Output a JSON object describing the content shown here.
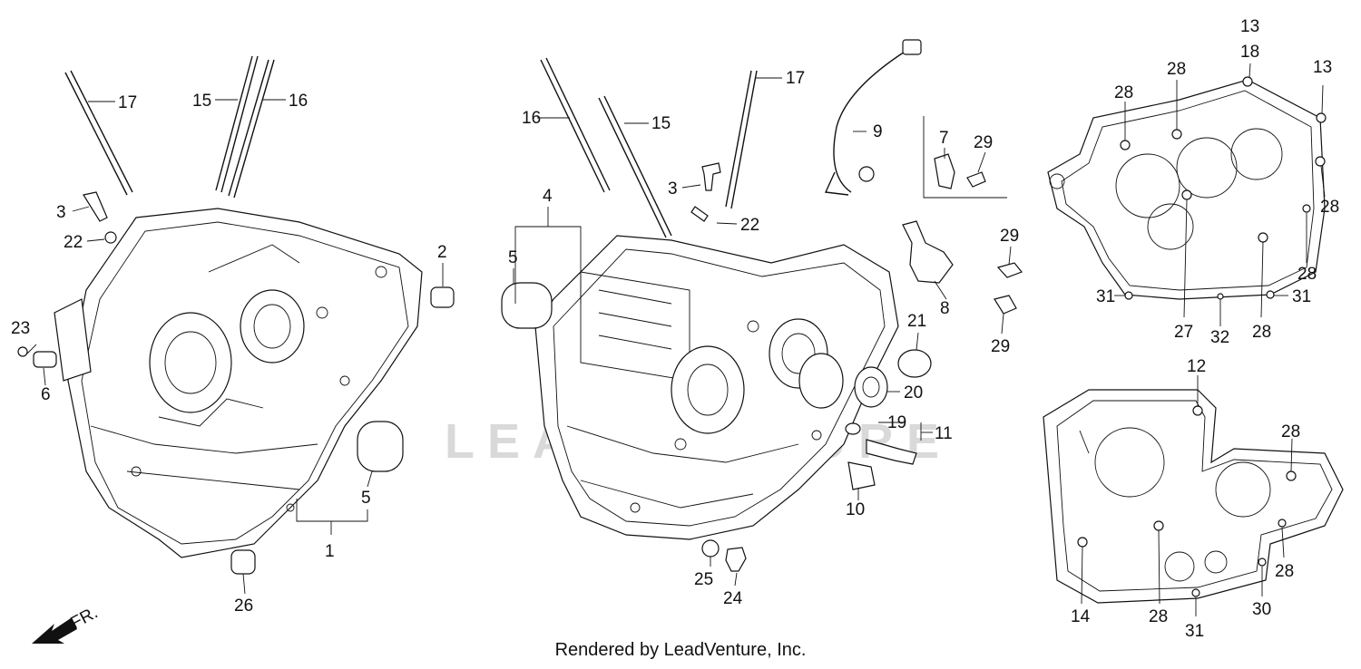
{
  "footer": "Rendered by LeadVenture, Inc.",
  "watermark": "LEADVENTURE",
  "direction_label": "FR.",
  "callouts": {
    "c1": "1",
    "c2": "2",
    "c3": "3",
    "c4": "4",
    "c5": "5",
    "c6": "6",
    "c7": "7",
    "c8": "8",
    "c9": "9",
    "c10": "10",
    "c11": "11",
    "c12": "12",
    "c13": "13",
    "c14": "14",
    "c15": "15",
    "c16": "16",
    "c17": "17",
    "c18": "18",
    "c19": "19",
    "c20": "20",
    "c21": "21",
    "c22": "22",
    "c23": "23",
    "c24": "24",
    "c25": "25",
    "c26": "26",
    "c27": "27",
    "c28": "28",
    "c29": "29",
    "c30": "30",
    "c31": "31",
    "c32": "32"
  }
}
